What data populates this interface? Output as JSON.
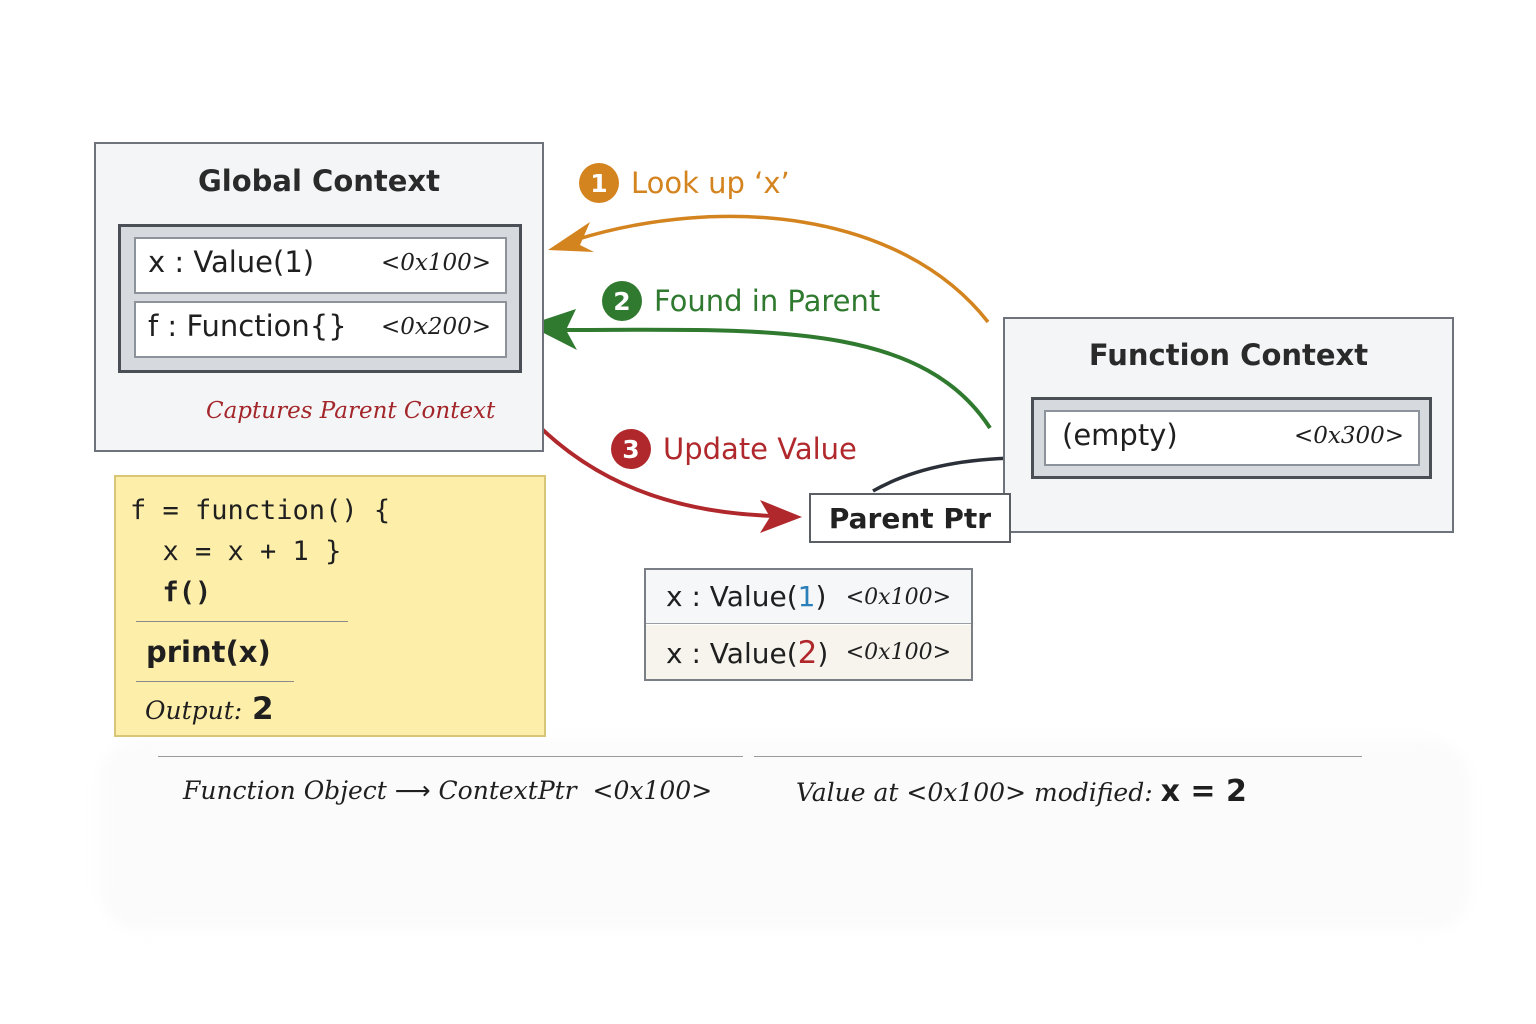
{
  "global_context": {
    "title": "Global Context",
    "slots": [
      {
        "name": "x",
        "sep": " : ",
        "value": "Value(1)",
        "address": "<0x100>"
      },
      {
        "name": "f",
        "sep": " : ",
        "value": "Function{}",
        "address": "<0x200>"
      }
    ],
    "captures_label": "Captures Parent Context"
  },
  "function_context": {
    "title": "Function Context",
    "slot": {
      "label": "(empty)",
      "address": "<0x300>"
    },
    "parent_ptr_label": "Parent Ptr"
  },
  "steps": [
    {
      "number": "1",
      "label": "Look up ‘x’",
      "color": "#d4841f"
    },
    {
      "number": "2",
      "label": "Found in Parent",
      "color": "#2f7a2f"
    },
    {
      "number": "3",
      "label": "Update Value",
      "color": "#b0282b"
    }
  ],
  "code_note": {
    "lines": [
      "f = function() {",
      "  x = x + 1 }",
      "  f()"
    ],
    "print_line": "print(x)",
    "output_label": "Output:",
    "output_value": "2"
  },
  "value_history": {
    "prefix": "x : Value(",
    "suffix": ")",
    "old_value": "1",
    "new_value": "2",
    "address": "<0x100>",
    "old_color": "#2a7fb8",
    "new_color": "#b0282b"
  },
  "captions": {
    "left": {
      "part1": "Function Object",
      "arrow": "⟶",
      "part2": "ContextPtr",
      "address": "<0x100>"
    },
    "right": {
      "part1": "Value at",
      "address": "<0x100>",
      "part2": "modified:",
      "result": "x = 2"
    }
  },
  "colors": {
    "lookup": "#d4841f",
    "found": "#2f7a2f",
    "update": "#b0282b",
    "pointer": "#2b3038",
    "note_bg": "#fdeeaa"
  }
}
